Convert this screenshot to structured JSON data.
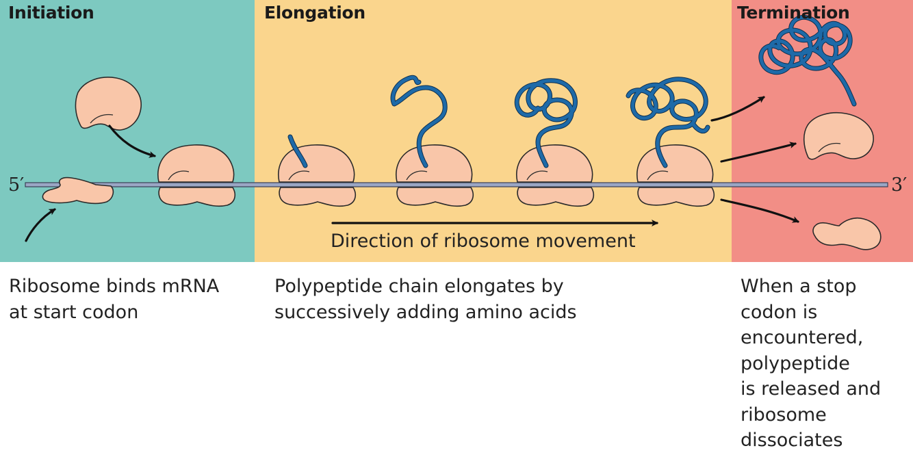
{
  "stages": {
    "initiation": {
      "title": "Initiation",
      "caption": "Ribosome binds mRNA\nat start codon",
      "color": "#7dc9c0"
    },
    "elongation": {
      "title": "Elongation",
      "caption": "Polypeptide chain elongates by\nsuccessively adding amino acids",
      "color": "#fad58d"
    },
    "termination": {
      "title": "Termination",
      "caption": "When a stop\ncodon is\nencountered,\npolypeptide\nis released and\nribosome\ndissociates",
      "color": "#f28e86"
    }
  },
  "mrna": {
    "five_prime_label": "5′",
    "three_prime_label": "3′",
    "color": "#9aa6c4"
  },
  "direction_label": "Direction of ribosome movement",
  "colors": {
    "ribosome_fill": "#f9c6a9",
    "ribosome_stroke": "#2a2a2a",
    "polypeptide": "#1e6aa8",
    "arrow": "#111111"
  }
}
